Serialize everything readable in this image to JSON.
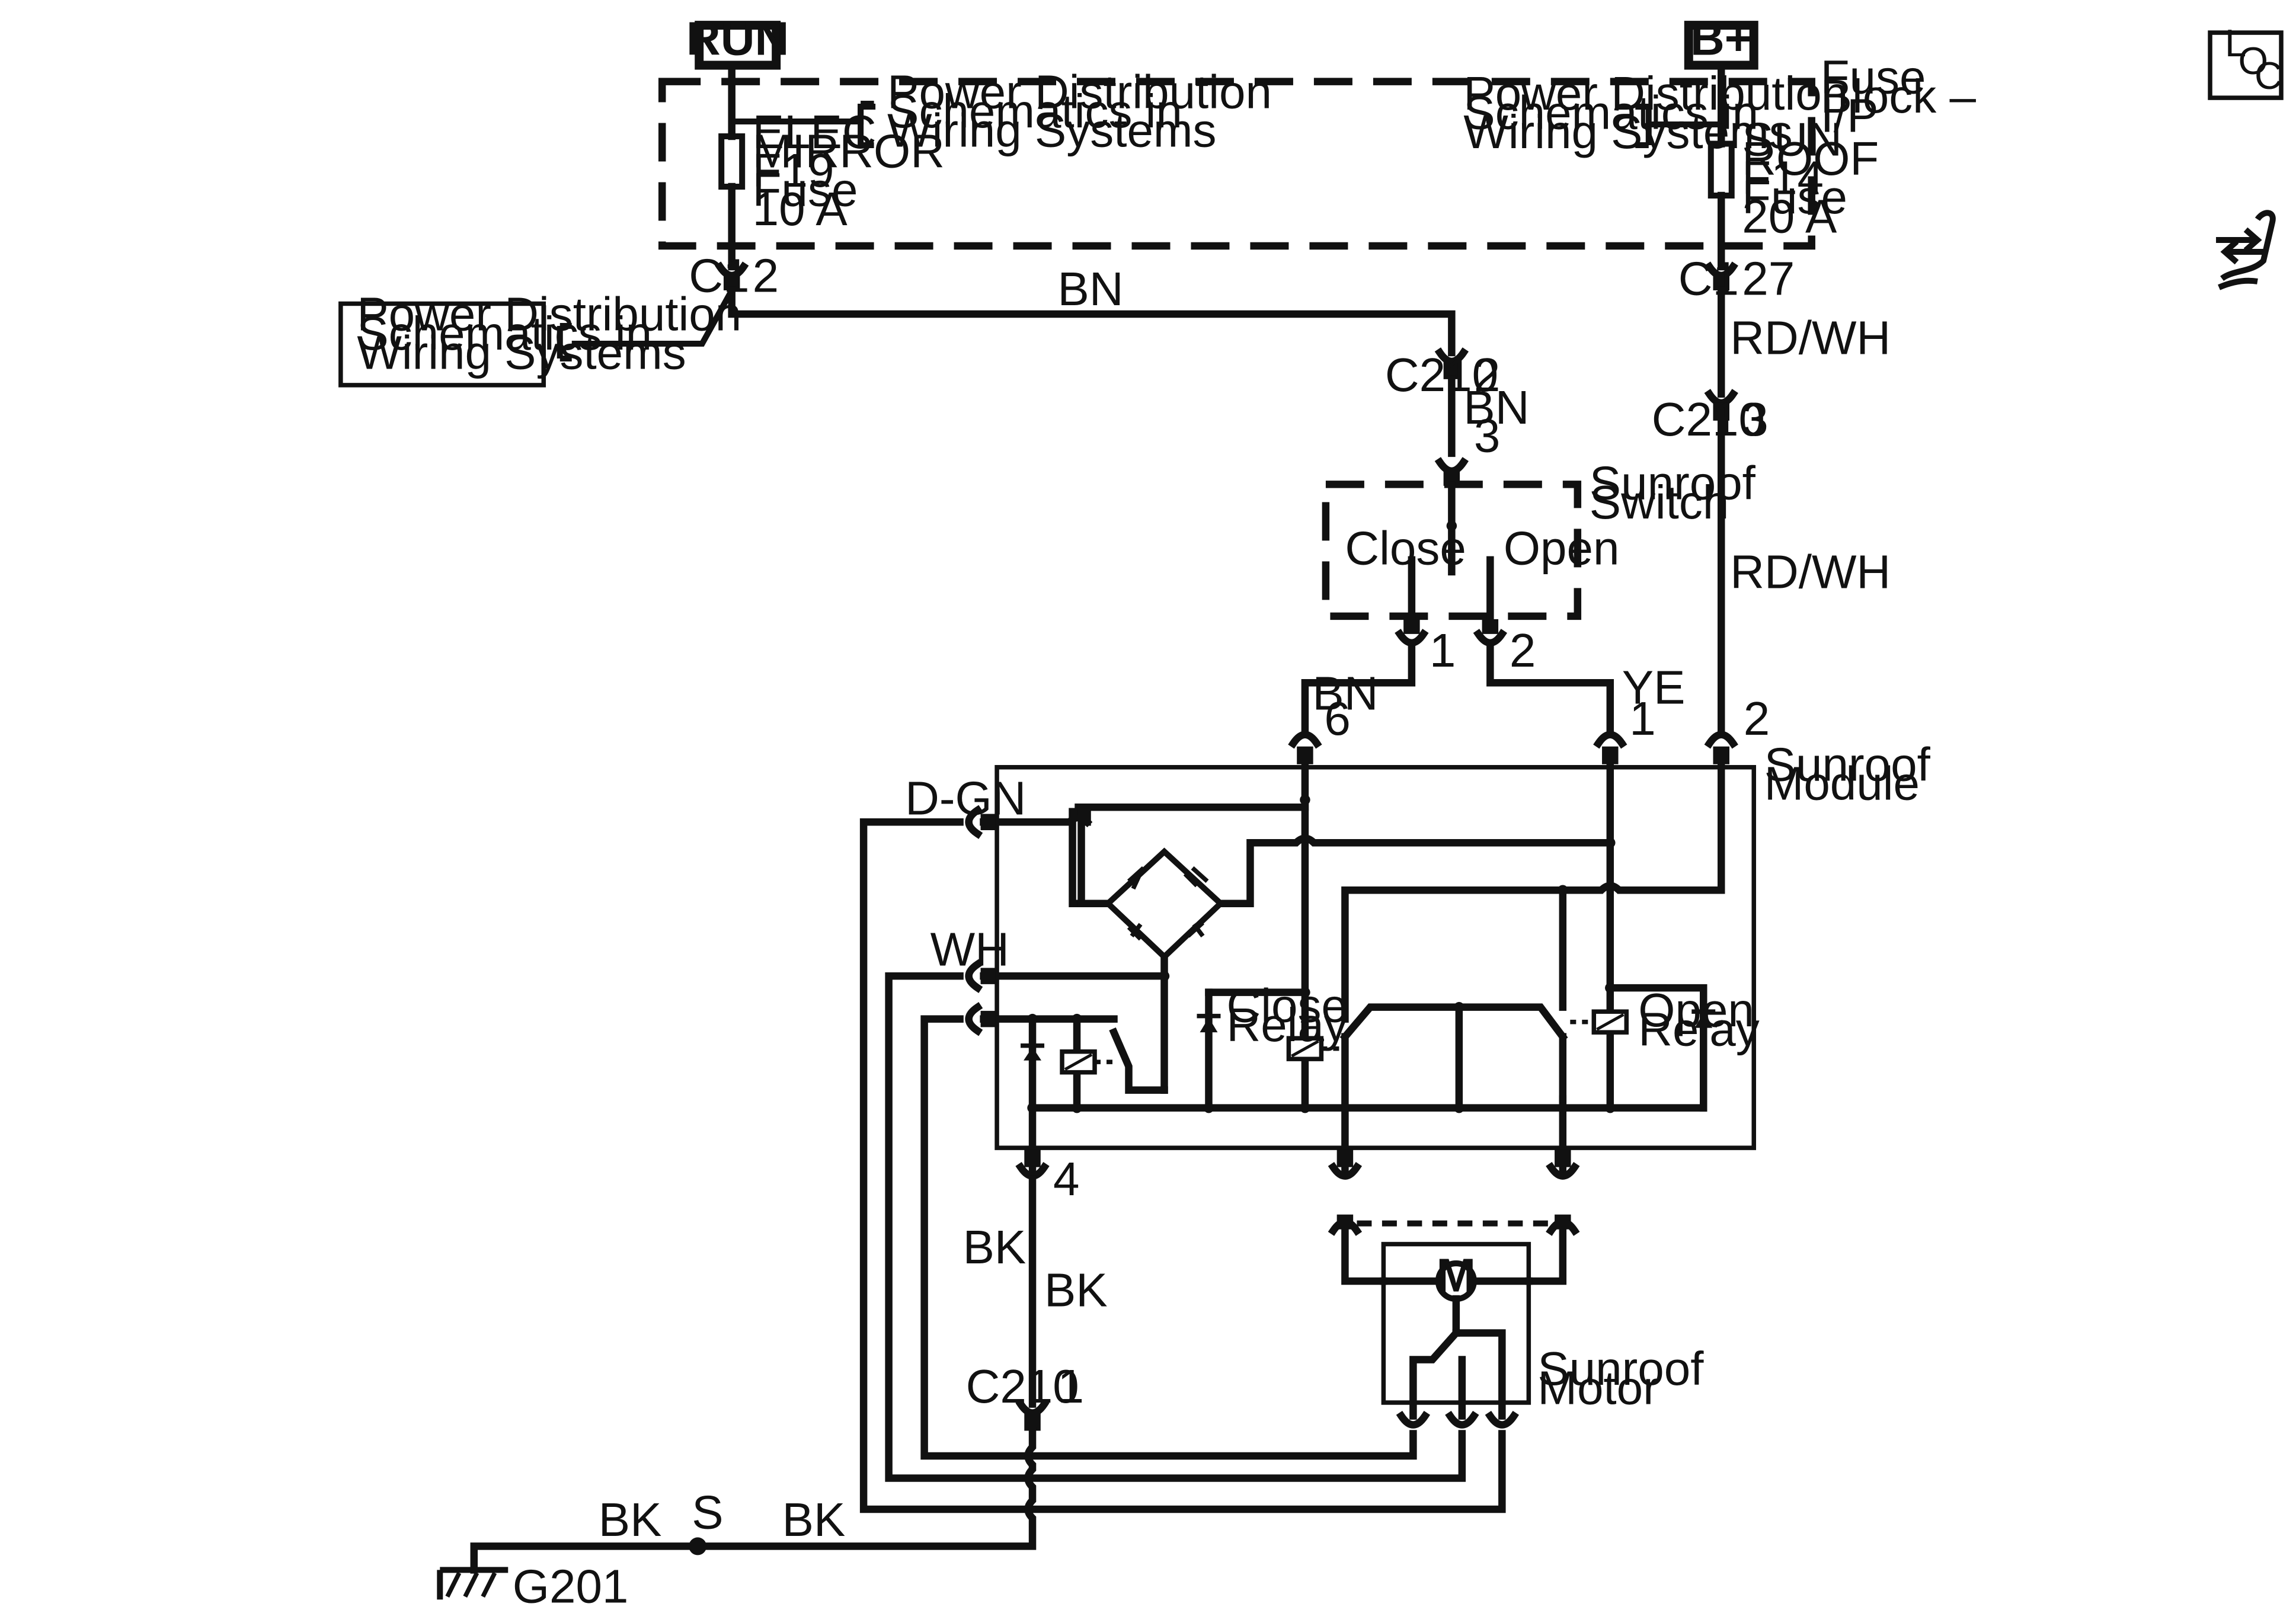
{
  "sources": {
    "run": "RUN",
    "bplus": "B+"
  },
  "fuse_block": {
    "label_lines": [
      "Fuse",
      "Block –",
      "I/P"
    ],
    "pds_left_lines": [
      "Power Distribution",
      "Schematics in",
      "Wiring Systems"
    ],
    "pds_right_lines": [
      "Power Distribution",
      "Schematics in",
      "Wiring Systems"
    ],
    "fuse_left_lines": [
      "ELEC",
      "MIRROR",
      "F19",
      "Fuse",
      "10 A"
    ],
    "fuse_right_lines": [
      "SUN",
      "ROOF",
      "F14",
      "Fuse",
      "20 A"
    ]
  },
  "side_icons": {
    "loc": [
      "L",
      "O",
      "C"
    ],
    "nav_icon": "hand-with-arrows-icon"
  },
  "external_ref": {
    "lines": [
      "Power Distribution",
      "Schematics in",
      "Wiring Systems"
    ]
  },
  "connectors": {
    "c1_left": {
      "name": "C1",
      "pin": "2"
    },
    "c1_right": {
      "name": "C1",
      "pin": "27"
    },
    "c210_bn": {
      "name": "C210",
      "pin_top": "2",
      "pin_bottom": "3"
    },
    "c210_rdwh": {
      "name": "C210",
      "pin": "3"
    },
    "switch_pin_close": "1",
    "switch_pin_open": "2",
    "module_pin_bn": "6",
    "module_pin_ye": "1",
    "module_pin_rdwh": "2",
    "module_pin_gnd": "4",
    "c210_gnd": {
      "name": "C210",
      "pin": "1"
    }
  },
  "wires": {
    "bn_top": "BN",
    "bn_mid": "BN",
    "bn_switch": "BN",
    "ye": "YE",
    "rdwh_upper": "RD/WH",
    "rdwh_lower": "RD/WH",
    "dgn": "D-GN",
    "wh": "WH",
    "bk_left": "BK",
    "bk_right": "BK",
    "bk_ground_left": "BK",
    "bk_ground_right": "BK"
  },
  "components": {
    "sunroof_switch": [
      "Sunroof",
      "Switch"
    ],
    "switch_close": "Close",
    "switch_open": "Open",
    "sunroof_module": [
      "Sunroof",
      "Module"
    ],
    "close_relay": [
      "Close",
      "Relay"
    ],
    "open_relay": [
      "Open",
      "Relay"
    ],
    "sunroof_motor": [
      "Sunroof",
      "Motor"
    ],
    "motor_symbol": "M",
    "splice": "S",
    "ground": "G201"
  }
}
